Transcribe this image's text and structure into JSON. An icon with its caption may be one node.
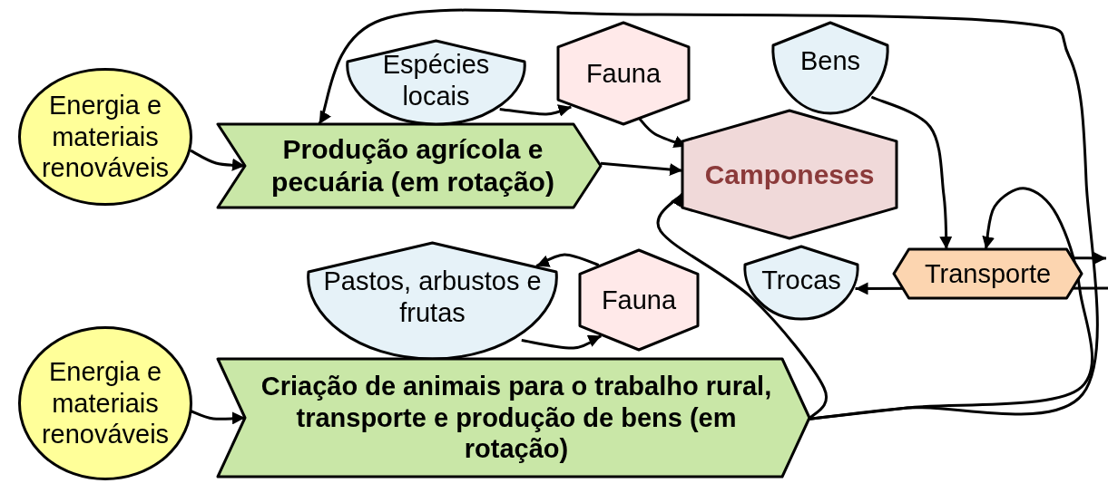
{
  "diagram": {
    "nodes": [
      {
        "text": [
          "Energia e materiais renováveis"
        ]
      },
      {
        "text": [
          "Produção agrícola e pecuária (em rotação)"
        ]
      },
      {
        "text": [
          "Espécies locais"
        ]
      },
      {
        "text": [
          "Fauna"
        ]
      },
      {
        "text": [
          "Camponeses"
        ]
      },
      {
        "text": [
          "Bens"
        ]
      },
      {
        "text": [
          "Energia e materiais renováveis"
        ]
      },
      {
        "text": [
          "Pastos, arbustos e frutas"
        ]
      },
      {
        "text": [
          "Fauna"
        ]
      },
      {
        "text": [
          "Criação de animais para o trabalho rural, transporte e produção de bens (em rotação)"
        ]
      },
      {
        "text": [
          "Trocas"
        ]
      },
      {
        "text": [
          "Transporte"
        ]
      }
    ],
    "edges": [
      {
        "from": 0,
        "to": 1,
        "arrow": "to"
      },
      {
        "from": 1,
        "to": 4,
        "arrow": "to"
      },
      {
        "from": 2,
        "to": 3,
        "arrow": "to"
      },
      {
        "from": 3,
        "to": 4,
        "arrow": "to"
      },
      {
        "from": 5,
        "to": 11,
        "arrow": "to"
      },
      {
        "from": 6,
        "to": 9,
        "arrow": "to"
      },
      {
        "from": 9,
        "to": 4,
        "arrow": "to"
      },
      {
        "from": 9,
        "to": 1,
        "arrow": "to"
      },
      {
        "from": 9,
        "to": 11,
        "arrow": "to"
      },
      {
        "from": 11,
        "to": null,
        "arrow": "to"
      },
      {
        "from": null,
        "to": 10,
        "arrow": "to"
      },
      {
        "from": 8,
        "to": 7,
        "arrow": "to"
      },
      {
        "from": 7,
        "to": 8,
        "arrow": "to"
      }
    ]
  }
}
